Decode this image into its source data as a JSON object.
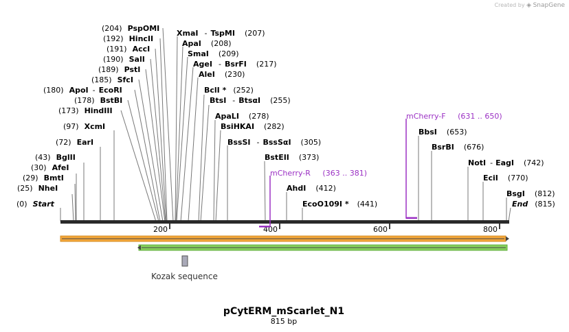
{
  "credit": {
    "prefix": "Created by",
    "brand": "SnapGene"
  },
  "title": "pCytERM_mScarlet_N1",
  "length_label": "815 bp",
  "axis_ticks": [
    "200",
    "400",
    "600",
    "800"
  ],
  "sites": {
    "s0": {
      "pos": "(0)",
      "name": "Start"
    },
    "s1": {
      "pos": "(25)",
      "name": "NheI"
    },
    "s2": {
      "pos": "(29)",
      "name": "BmtI"
    },
    "s3": {
      "pos": "(30)",
      "name": "AfeI"
    },
    "s4": {
      "pos": "(43)",
      "name": "BglII"
    },
    "s5": {
      "pos": "(72)",
      "name": "EarI"
    },
    "s6": {
      "pos": "(97)",
      "name": "XcmI"
    },
    "s7": {
      "pos": "(173)",
      "name": "HindIII"
    },
    "s8": {
      "pos": "(178)",
      "name": "BstBI"
    },
    "s9": {
      "pos": "(180)",
      "name": "ApoI",
      "name2": "EcoRI"
    },
    "s10": {
      "pos": "(185)",
      "name": "SfcI"
    },
    "s11": {
      "pos": "(189)",
      "name": "PstI"
    },
    "s12": {
      "pos": "(190)",
      "name": "SalI"
    },
    "s13": {
      "pos": "(191)",
      "name": "AccI"
    },
    "s14": {
      "pos": "(192)",
      "name": "HincII"
    },
    "s15": {
      "pos": "(204)",
      "name": "PspOMI"
    },
    "s16": {
      "name": "XmaI",
      "name2": "TspMI",
      "pos": "(207)"
    },
    "s17": {
      "name": "ApaI",
      "pos": "(208)"
    },
    "s18": {
      "name": "SmaI",
      "pos": "(209)"
    },
    "s19": {
      "name": "AgeI",
      "name2": "BsrFI",
      "pos": "(217)"
    },
    "s20": {
      "name": "AleI",
      "pos": "(230)"
    },
    "s21": {
      "name": "BclI *",
      "pos": "(252)"
    },
    "s22": {
      "name": "BtsI",
      "name2": "BtsαI",
      "pos": "(255)"
    },
    "s23": {
      "name": "ApaLI",
      "pos": "(278)"
    },
    "s24": {
      "name": "BsiHKAI",
      "pos": "(282)"
    },
    "s25": {
      "name": "BssSI",
      "name2": "BssSαI",
      "pos": "(305)"
    },
    "s26": {
      "name": "BstEII",
      "pos": "(373)"
    },
    "s27": {
      "name": "AhdI",
      "pos": "(412)"
    },
    "s28": {
      "name": "EcoO109I *",
      "pos": "(441)"
    },
    "s29": {
      "name": "BbsI",
      "pos": "(653)"
    },
    "s30": {
      "name": "BsrBI",
      "pos": "(676)"
    },
    "s31": {
      "name": "NotI",
      "name2": "EagI",
      "pos": "(742)"
    },
    "s32": {
      "name": "EciI",
      "pos": "(770)"
    },
    "s33": {
      "name": "BsgI",
      "pos": "(812)"
    },
    "s34": {
      "name": "End",
      "pos": "(815)"
    }
  },
  "primers": {
    "rev": {
      "name": "mCherry-R",
      "range": "(363 .. 381)"
    },
    "fwd": {
      "name": "mCherry-F",
      "range": "(631 .. 650)"
    }
  },
  "features": {
    "kozak": {
      "label": "Kozak sequence"
    }
  },
  "colors": {
    "primer": "#9b30c4",
    "orange_feature": "#f3a63a",
    "green_feature": "#86d05c",
    "kozak": "#a9a9b8"
  }
}
